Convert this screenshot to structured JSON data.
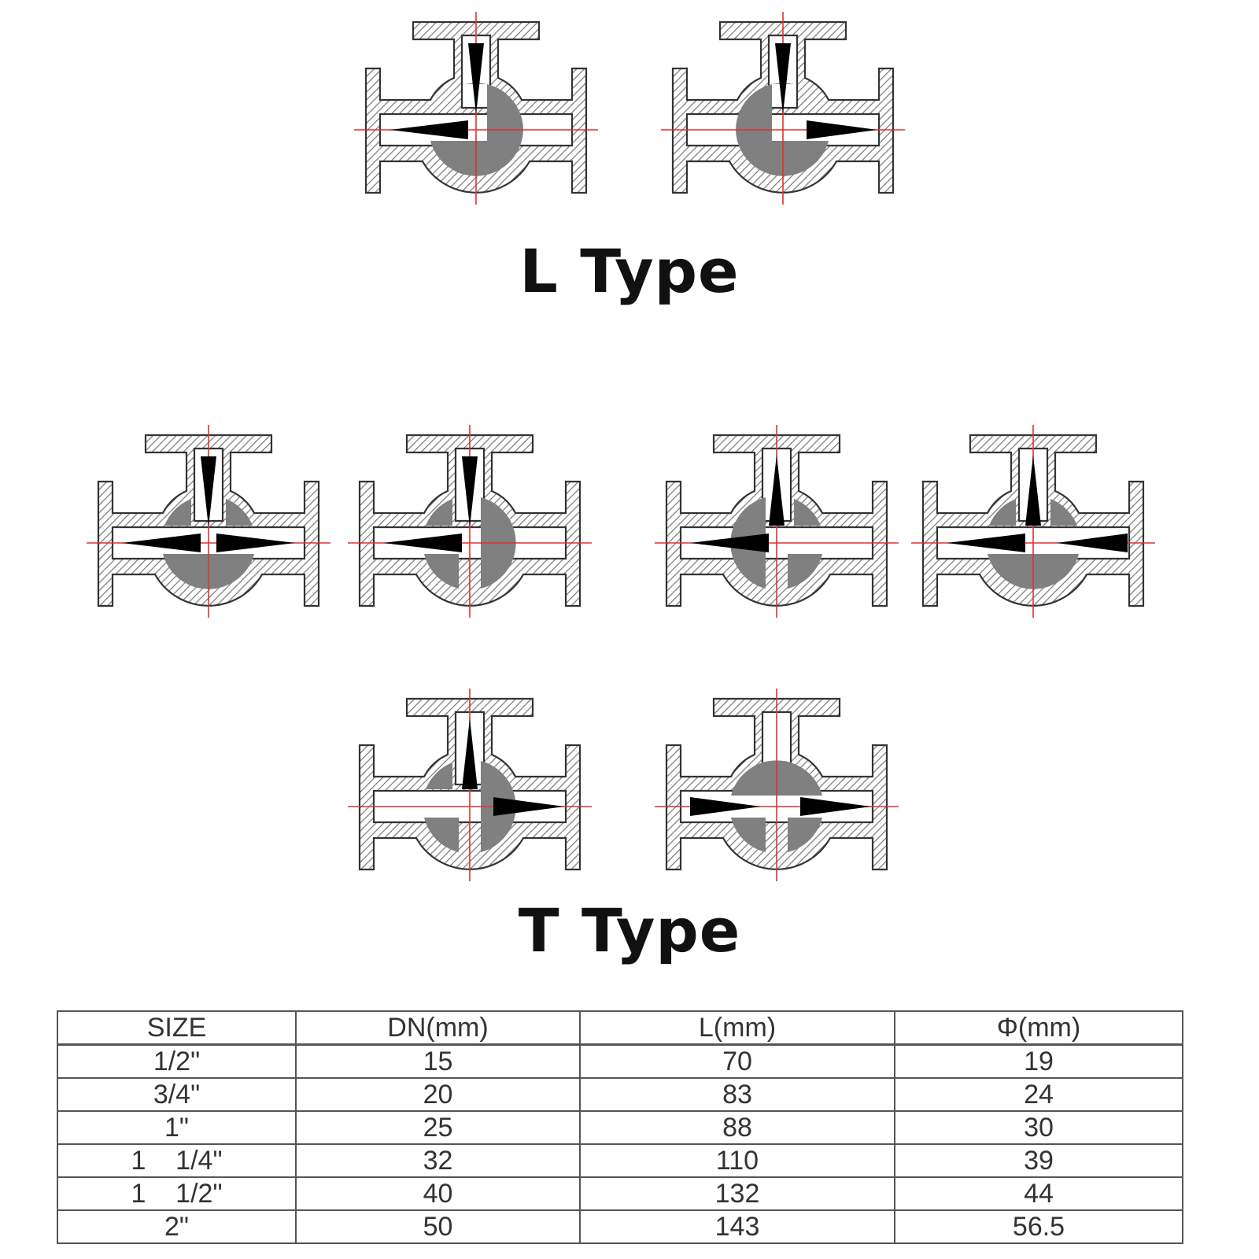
{
  "palette": {
    "ball": "#808080",
    "hatch": "#777777",
    "outline": "#333333",
    "axis": "#e03030",
    "arrow": "#000000"
  },
  "sections": {
    "l_type": {
      "title": "L Type"
    },
    "t_type": {
      "title": "T Type"
    }
  },
  "valves": [
    {
      "id": "l-left",
      "type": "L",
      "ball": "l",
      "arrows": [
        "down",
        "left"
      ]
    },
    {
      "id": "l-right",
      "type": "L",
      "ball": "l-mirror",
      "arrows": [
        "down",
        "right"
      ]
    },
    {
      "id": "t-1",
      "type": "T",
      "ball": "t-down",
      "arrows": [
        "down",
        "left",
        "right"
      ]
    },
    {
      "id": "t-2",
      "type": "T",
      "ball": "t-left",
      "arrows": [
        "down",
        "left"
      ]
    },
    {
      "id": "t-3",
      "type": "T",
      "ball": "t-right",
      "arrows": [
        "up",
        "left"
      ]
    },
    {
      "id": "t-4",
      "type": "T",
      "ball": "t-down",
      "arrows": [
        "up",
        "left",
        "left"
      ]
    },
    {
      "id": "t-5",
      "type": "T",
      "ball": "t-left",
      "arrows": [
        "up",
        "right"
      ]
    },
    {
      "id": "t-6",
      "type": "T",
      "ball": "t-up",
      "arrows": [
        "right",
        "right"
      ]
    }
  ],
  "table": {
    "headers": [
      "SIZE",
      "DN(mm)",
      "L(mm)",
      "Φ(mm)"
    ],
    "rows": [
      [
        "1/2\"",
        "15",
        "70",
        "19"
      ],
      [
        "3/4\"",
        "20",
        "83",
        "24"
      ],
      [
        "1\"",
        "25",
        "88",
        "30"
      ],
      [
        "1    1/4\"",
        "32",
        "110",
        "39"
      ],
      [
        "1    1/2\"",
        "40",
        "132",
        "44"
      ],
      [
        "2\"",
        "50",
        "143",
        "56.5"
      ]
    ]
  }
}
